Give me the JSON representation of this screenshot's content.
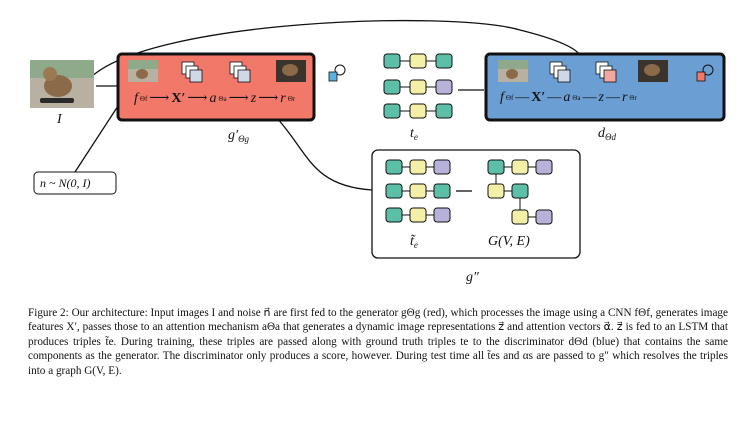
{
  "figure": {
    "input_image_label": "I",
    "noise_box_text": "n ~ N(0, I)",
    "generator_label": "g′",
    "generator_label_sub": "Θg",
    "triples_label": "t",
    "triples_label_sub": "e",
    "discriminator_label": "d",
    "discriminator_label_sub": "Θd",
    "resolver_label": "g″",
    "tilde_triples_label": "t̃",
    "tilde_triples_label_sub": "e",
    "graph_label": "G(V, E)",
    "generator_flow": [
      "f",
      "Θf",
      "X′",
      "a",
      "Θa",
      "z",
      "r",
      "Θr"
    ],
    "colors": {
      "generator_fill": "#f2786a",
      "discriminator_fill": "#6b9fd4",
      "node_teal": "#5dbfa8",
      "node_yellow": "#f5f0a8",
      "node_purple": "#b7b3d8"
    }
  },
  "caption": "Figure 2: Our architecture: Input images I and noise n⃗ are first fed to the generator gΘg (red), which processes the image using a CNN fΘf, generates image features X′, passes those to an attention mechanism aΘa that generates a dynamic image representations z⃗ and attention vectors α⃗. z⃗ is fed to an LSTM that produces triples t̃e. During training, these triples are passed along with ground truth triples te to the discriminator dΘd (blue) that contains the same components as the generator. The discriminator only produces a score, however. During test time all t̃es and αs are passed to g″ which resolves the triples into a graph G(V, E)."
}
